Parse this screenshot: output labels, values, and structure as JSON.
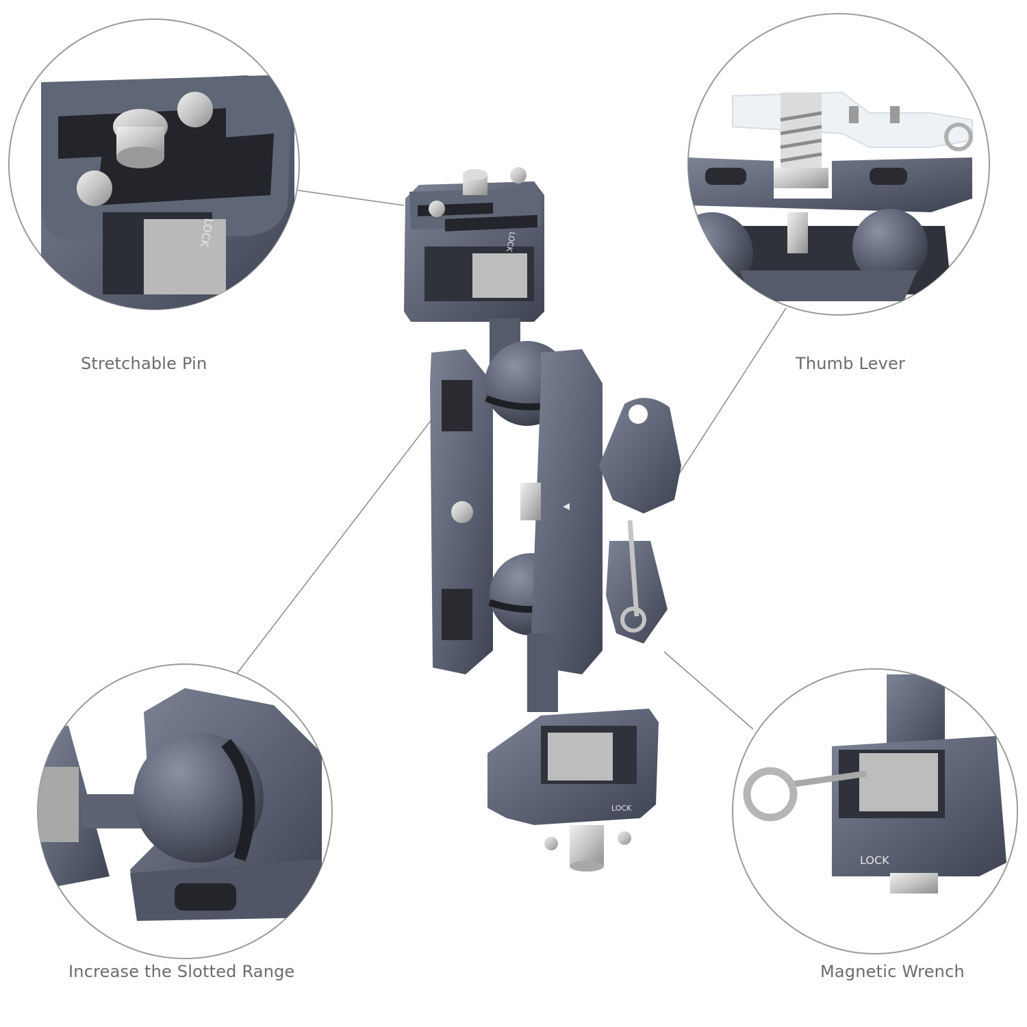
{
  "callouts": {
    "top_left": "Stretchable Pin",
    "top_right": "Thumb Lever",
    "bottom_left": "Increase the Slotted Range",
    "bottom_right": "Magnetic Wrench"
  },
  "engravings": {
    "lock": "LOCK"
  },
  "colors": {
    "metal": "#5b6172",
    "metal_dark": "#3e4352",
    "metal_light": "#7c8394",
    "steel": "#c8c8c8",
    "rubber": "#2a2b30",
    "leader": "#8a8a8a",
    "circle_stroke": "#9a9a9a",
    "label_text": "#6b6b6b"
  }
}
